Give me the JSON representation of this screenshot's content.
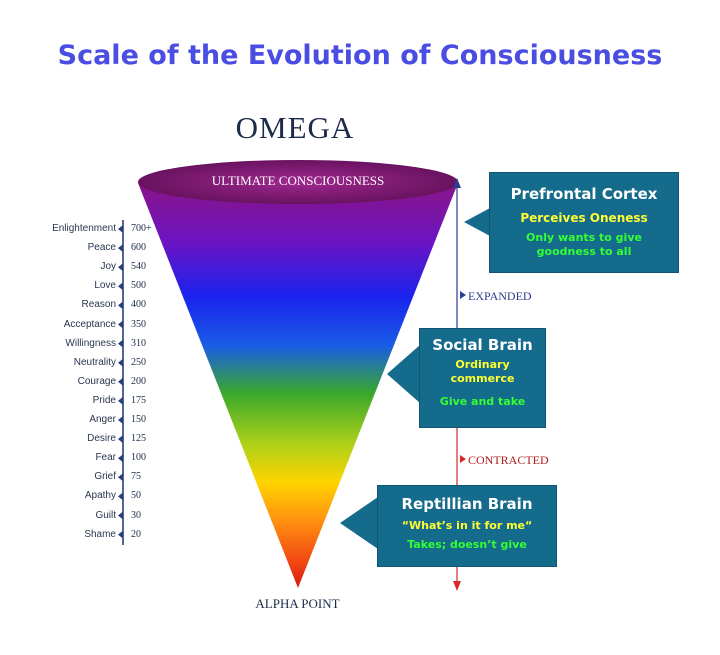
{
  "title": "Scale of the Evolution of Consciousness",
  "cone": {
    "top_label": "OMEGA",
    "rim_label": "ULTIMATE CONSCIOUSNESS",
    "bottom_label": "ALPHA POINT"
  },
  "scale": [
    {
      "label": "Enlightenment",
      "value": "700+"
    },
    {
      "label": "Peace",
      "value": "600"
    },
    {
      "label": "Joy",
      "value": "540"
    },
    {
      "label": "Love",
      "value": "500"
    },
    {
      "label": "Reason",
      "value": "400"
    },
    {
      "label": "Acceptance",
      "value": "350"
    },
    {
      "label": "Willingness",
      "value": "310"
    },
    {
      "label": "Neutrality",
      "value": "250"
    },
    {
      "label": "Courage",
      "value": "200"
    },
    {
      "label": "Pride",
      "value": "175"
    },
    {
      "label": "Anger",
      "value": "150"
    },
    {
      "label": "Desire",
      "value": "125"
    },
    {
      "label": "Fear",
      "value": "100"
    },
    {
      "label": "Grief",
      "value": "75"
    },
    {
      "label": "Apathy",
      "value": "50"
    },
    {
      "label": "Guilt",
      "value": "30"
    },
    {
      "label": "Shame",
      "value": "20"
    }
  ],
  "axis": {
    "expanded_label": "EXPANDED",
    "contracted_label": "CONTRACTED",
    "expanded_color": "#2b3d8f",
    "contracted_color": "#d62a2a"
  },
  "callouts": {
    "prefrontal": {
      "title": "Prefrontal Cortex",
      "line1": "Perceives Oneness",
      "line2": "Only wants to give goodness to all"
    },
    "social": {
      "title": "Social Brain",
      "line1": "Ordinary commerce",
      "line2": "Give and take"
    },
    "reptilian": {
      "title": "Reptillian Brain",
      "line1": "“What’s in it for me“",
      "line2": "Takes; doesn’t give"
    }
  },
  "colors": {
    "title": "#4a4de2",
    "callout_bg": "#156b8c",
    "callout_yellow": "#ffff33",
    "callout_green": "#33ff33"
  }
}
